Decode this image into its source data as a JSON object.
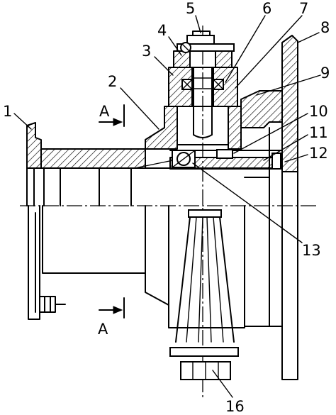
{
  "figure": {
    "part_labels": {
      "p1": "1",
      "p2": "2",
      "p3": "3",
      "p4": "4",
      "p5": "5",
      "p6": "6",
      "p7": "7",
      "p8": "8",
      "p9": "9",
      "p10": "10",
      "p11": "11",
      "p12": "12",
      "p13": "13",
      "p16": "16"
    },
    "section_marks": {
      "top": "A",
      "bottom": "A"
    }
  },
  "colors": {
    "ink": "#000000",
    "paper": "#ffffff"
  }
}
